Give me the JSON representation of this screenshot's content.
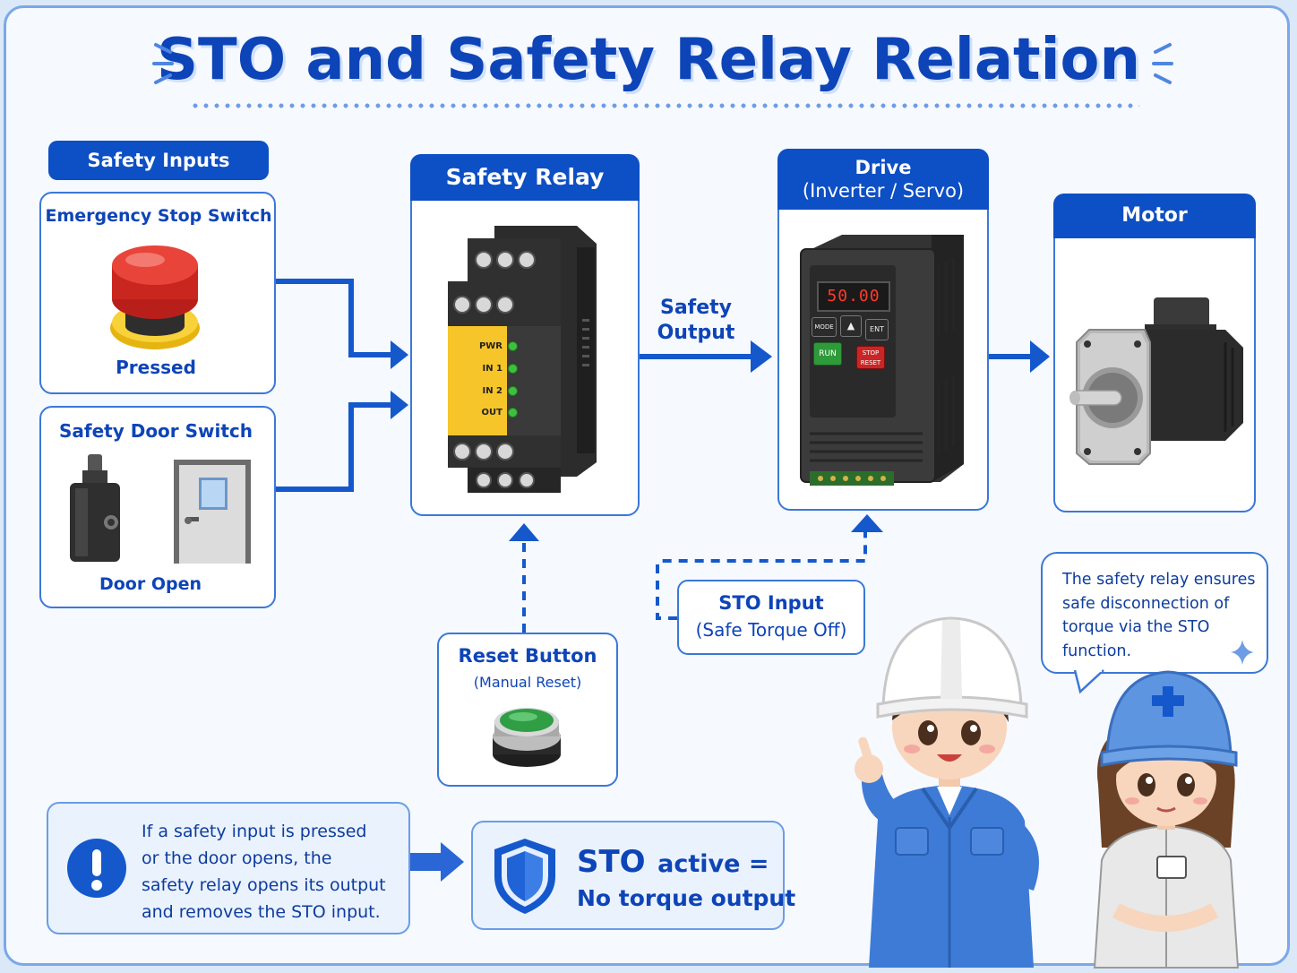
{
  "title": "STO and Safety Relay Relation",
  "safety_inputs": {
    "header": "Safety Inputs",
    "emergency_stop": {
      "title": "Emergency Stop Switch",
      "state": "Pressed"
    },
    "door_switch": {
      "title": "Safety Door Switch",
      "state": "Door Open"
    }
  },
  "safety_relay": {
    "header": "Safety Relay",
    "leds": [
      "PWR",
      "IN 1",
      "IN 2",
      "OUT"
    ]
  },
  "safety_output": {
    "line1": "Safety",
    "line2": "Output"
  },
  "drive": {
    "header_line1": "Drive",
    "header_line2": "(Inverter / Servo)",
    "display": "50.00",
    "keys": {
      "mode": "MODE",
      "up": "▲",
      "ent": "ENT",
      "run": "RUN",
      "stop": "STOP",
      "reset": "RESET"
    }
  },
  "motor": {
    "header": "Motor"
  },
  "sto_input": {
    "line1": "STO Input",
    "line2": "(Safe Torque Off)"
  },
  "reset_button": {
    "title": "Reset Button",
    "subtitle": "(Manual Reset)"
  },
  "note": {
    "line1": "If a safety input is pressed",
    "line2": "or the door opens, the",
    "line3": "safety relay opens its output",
    "line4": "and removes the STO input."
  },
  "result": {
    "line1a": "STO",
    "line1b": "active =",
    "line2": "No torque output"
  },
  "speech": {
    "line1": "The safety relay ensures",
    "line2": "safe disconnection of",
    "line3": "torque via the STO",
    "line4": "function."
  },
  "colors": {
    "primary": "#0d4fc4",
    "border": "#3b78d8",
    "relay_yellow": "#f6c52a",
    "led_green": "#3fbf3f"
  }
}
